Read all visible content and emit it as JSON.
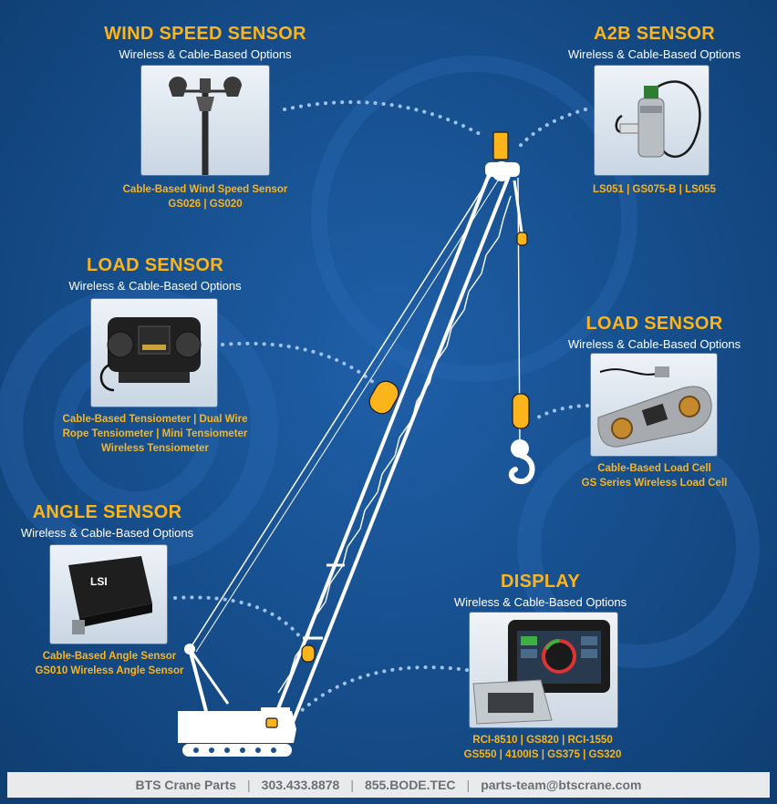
{
  "colors": {
    "accent": "#fbb41a",
    "background": "#17508f",
    "crane": "#ffffff",
    "sensor": "#fbb41a"
  },
  "sensors": [
    {
      "title": "WIND SPEED SENSOR",
      "subtitle": "Wireless & Cable-Based Options",
      "caption": [
        "Cable-Based Wind Speed Sensor",
        "GS026 | GS020"
      ],
      "icon": "anemometer-icon"
    },
    {
      "title": "A2B SENSOR",
      "subtitle": "Wireless & Cable-Based Options",
      "caption": [
        "LS051 | GS075-B | LS055"
      ],
      "icon": "a2b-switch-icon"
    },
    {
      "title": "LOAD SENSOR",
      "subtitle": "Wireless & Cable-Based Options",
      "caption": [
        "Cable-Based Tensiometer | Dual Wire",
        "Rope Tensiometer | Mini Tensiometer",
        "Wireless Tensiometer"
      ],
      "icon": "tensiometer-icon"
    },
    {
      "title": "LOAD SENSOR",
      "subtitle": "Wireless & Cable-Based Options",
      "caption": [
        "Cable-Based Load Cell",
        "GS Series Wireless Load Cell"
      ],
      "icon": "load-cell-icon"
    },
    {
      "title": "ANGLE SENSOR",
      "subtitle": "Wireless & Cable-Based Options",
      "caption": [
        "Cable-Based Angle Sensor",
        "GS010 Wireless Angle Sensor"
      ],
      "icon": "angle-sensor-icon"
    },
    {
      "title": "DISPLAY",
      "subtitle": "Wireless & Cable-Based Options",
      "caption": [
        "RCI-8510 | GS820 | RCI-1550",
        "GS550 | 4100IS | GS375 | GS320"
      ],
      "icon": "display-icon"
    }
  ],
  "photo_text": {
    "lsi_logo": "LSI"
  },
  "footer": {
    "company": "BTS Crane Parts",
    "phone": "303.433.8878",
    "phone_alt": "855.BODE.TEC",
    "email": "parts-team@btscrane.com",
    "separator": "|"
  }
}
